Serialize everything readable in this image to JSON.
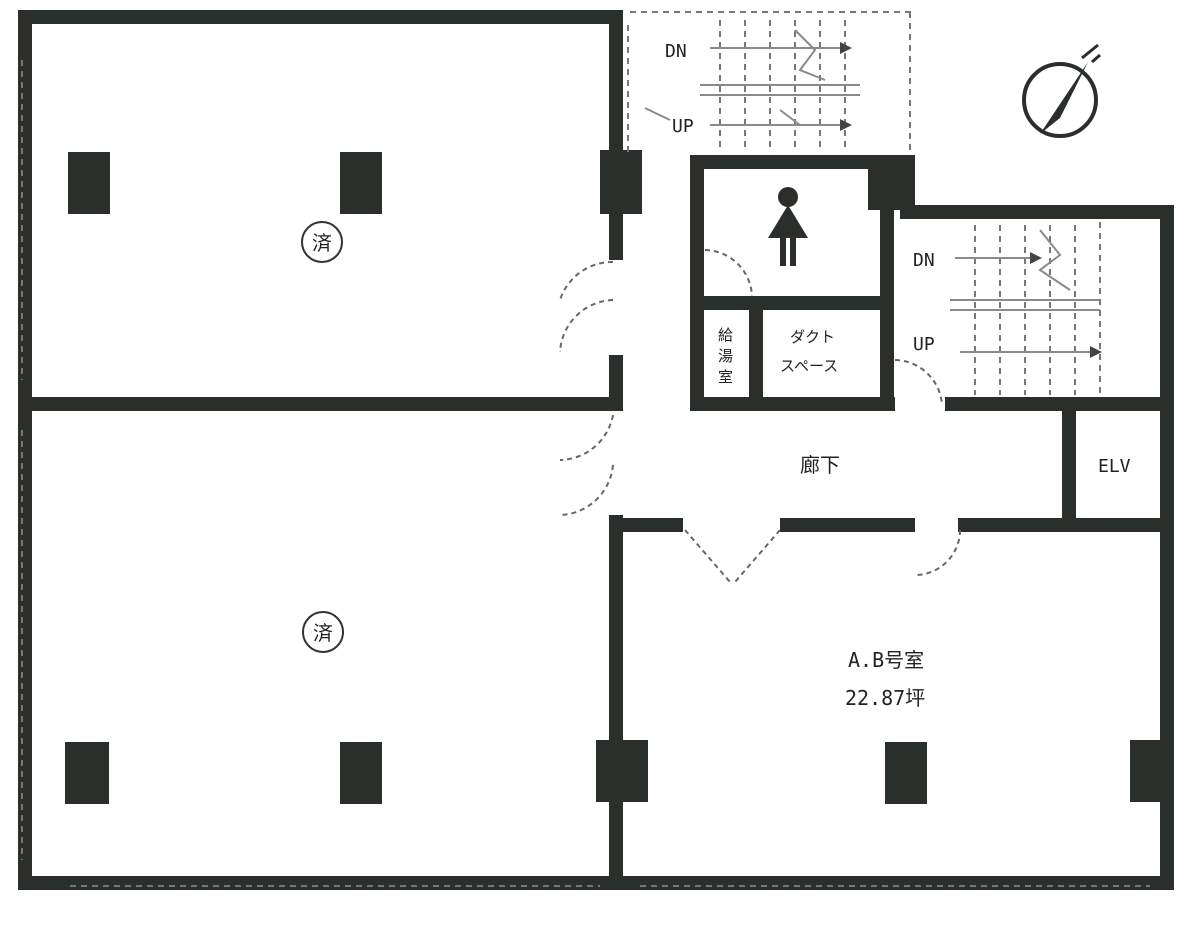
{
  "floor_plan": {
    "stairs_top": {
      "down_label": "DN",
      "up_label": "UP"
    },
    "stairs_right": {
      "down_label": "DN",
      "up_label": "UP"
    },
    "restroom": {
      "icon": "female-toilet-icon"
    },
    "storage_room": {
      "label_lines": [
        "給",
        "湯",
        "室"
      ]
    },
    "duct_space": {
      "label_lines": [
        "ダクト",
        "スペース"
      ]
    },
    "corridor": {
      "label": "廊下"
    },
    "elevator": {
      "label": "ELV"
    },
    "room_ab": {
      "name": "A.B号室",
      "area": "22.87坪"
    },
    "contracted_rooms": [
      {
        "mark": "済"
      },
      {
        "mark": "済"
      }
    ],
    "compass": {
      "icon": "north-arrow-icon"
    }
  }
}
